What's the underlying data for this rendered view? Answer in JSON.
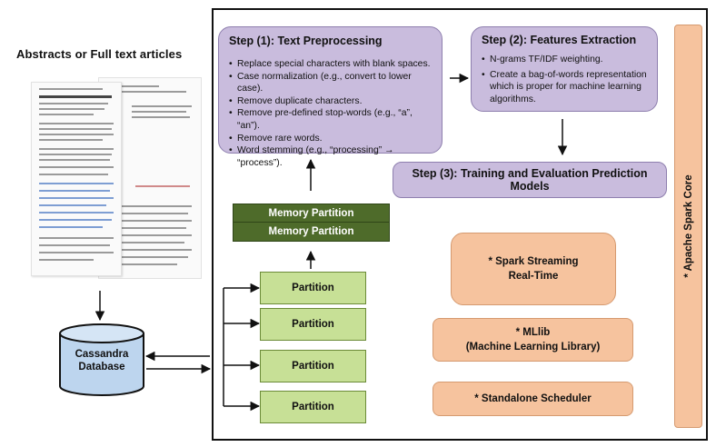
{
  "source": {
    "title": "Abstracts or Full text articles"
  },
  "database": {
    "line1": "Cassandra",
    "line2": "Database"
  },
  "steps": {
    "step1": {
      "title": "Step (1): Text Preprocessing",
      "bullets": [
        "Replace special characters with blank spaces.",
        "Case normalization (e.g., convert to lower case).",
        "Remove duplicate characters.",
        "Remove pre-defined stop-words (e.g., “a”, “an”).",
        "Remove rare words.",
        "Word stemming (e.g., “processing” → “process”)."
      ]
    },
    "step2": {
      "title": "Step (2): Features Extraction",
      "bullets": [
        "N-grams TF/IDF weighting.",
        "Create a bag-of-words representation which is proper for machine learning algorithms."
      ]
    },
    "step3": {
      "title": "Step (3): Training and Evaluation Prediction Models"
    }
  },
  "memory_partitions": [
    "Memory Partition",
    "Memory Partition"
  ],
  "partitions": [
    "Partition",
    "Partition",
    "Partition",
    "Partition"
  ],
  "spark": {
    "streaming": {
      "line1": "* Spark Streaming",
      "line2": "Real-Time"
    },
    "mllib": {
      "line1": "* MLlib",
      "line2": "(Machine Learning Library)"
    },
    "scheduler": "* Standalone Scheduler",
    "core": "* Apache Spark Core"
  },
  "colors": {
    "step_fill": "#c9bcdd",
    "spark_fill": "#f6c39e",
    "partition_fill": "#c7e096",
    "memory_fill": "#4e6b2a",
    "database_fill": "#bdd5ee"
  }
}
